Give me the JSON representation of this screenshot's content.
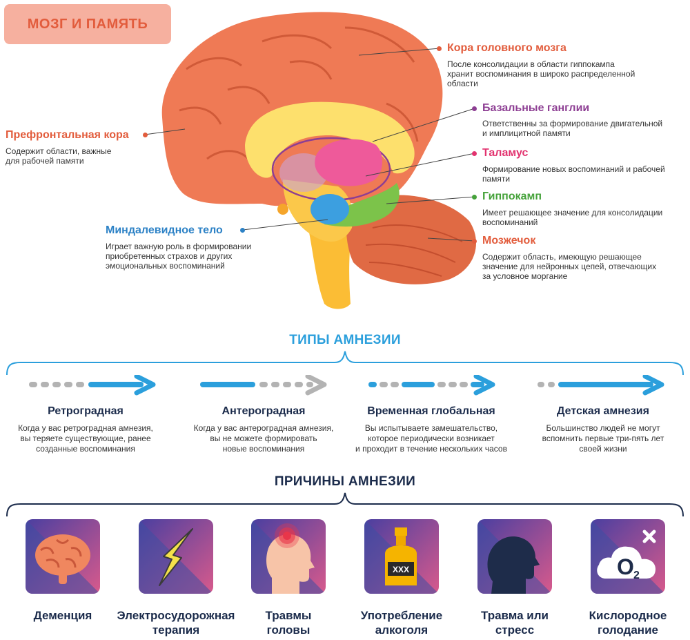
{
  "title": "МОЗГ И ПАМЯТЬ",
  "regions": {
    "cortex": {
      "label": "Кора головного мозга",
      "desc": [
        "После консолидации в области гиппокампа",
        "хранит воспоминания в широко распределенной",
        "области"
      ],
      "color": "#e25c3c"
    },
    "basal": {
      "label": "Базальные ганглии",
      "desc": [
        "Ответственны за формирование двигательной",
        "и имплицитной памяти"
      ],
      "color": "#8d3e93"
    },
    "thalamus": {
      "label": "Таламус",
      "desc": [
        "Формирование новых воспоминаний и рабочей",
        "памяти"
      ],
      "color": "#e2336f"
    },
    "hippocampus": {
      "label": "Гиппокамп",
      "desc": [
        "Имеет решающее значение для консолидации",
        "воспоминаний"
      ],
      "color": "#45a23a"
    },
    "cerebellum": {
      "label": "Мозжечок",
      "desc": [
        "Содержит область, имеющую решающее",
        "значение для нейронных цепей, отвечающих",
        "за условное моргание"
      ],
      "color": "#e25c3c"
    },
    "prefrontal": {
      "label": "Префронтальная кора",
      "desc": [
        "Содержит области, важные",
        "для рабочей памяти"
      ],
      "color": "#e25c3c"
    },
    "amygdala": {
      "label": "Миндалевидное тело",
      "desc": [
        "Играет важную роль в формировании",
        "приобретенных страхов и других",
        "эмоциональных воспоминаний"
      ],
      "color": "#2d82c6"
    }
  },
  "types": {
    "title": "ТИПЫ АМНЕЗИИ",
    "items": [
      {
        "name": "Ретроградная",
        "desc": [
          "Когда у вас ретроградная амнезия,",
          "вы теряете существующие, ранее",
          "созданные воспоминания"
        ]
      },
      {
        "name": "Антероградная",
        "desc": [
          "Когда у вас антероградная амнезия,",
          "вы не можете формировать",
          "новые воспоминания"
        ]
      },
      {
        "name": "Временная глобальная",
        "desc": [
          "Вы испытываете замешательство,",
          "которое периодически возникает",
          "и проходит в течение нескольких часов"
        ]
      },
      {
        "name": "Детская амнезия",
        "desc": [
          "Большинство людей не могут",
          "вспомнить первые три-пять лет",
          "своей жизни"
        ]
      }
    ]
  },
  "causes": {
    "title": "ПРИЧИНЫ АМНЕЗИИ",
    "items": [
      {
        "label": [
          "Деменция"
        ],
        "icon": "brain-icon"
      },
      {
        "label": [
          "Электросудорожная",
          "терапия"
        ],
        "icon": "lightning-icon"
      },
      {
        "label": [
          "Травмы",
          "головы"
        ],
        "icon": "head-injury-icon"
      },
      {
        "label": [
          "Употребление",
          "алкоголя"
        ],
        "icon": "bottle-icon",
        "bottle_text": "XXX"
      },
      {
        "label": [
          "Травма или",
          "стресс"
        ],
        "icon": "head-silhouette-icon"
      },
      {
        "label": [
          "Кислородное",
          "голодание"
        ],
        "icon": "oxygen-cloud-icon",
        "o2_main": "O",
        "o2_sub": "2"
      }
    ]
  },
  "colors": {
    "blue": "#2b9fdc",
    "gray": "#b3b3b3",
    "navy": "#1b2b4b",
    "accent_red": "#e25c3c"
  }
}
